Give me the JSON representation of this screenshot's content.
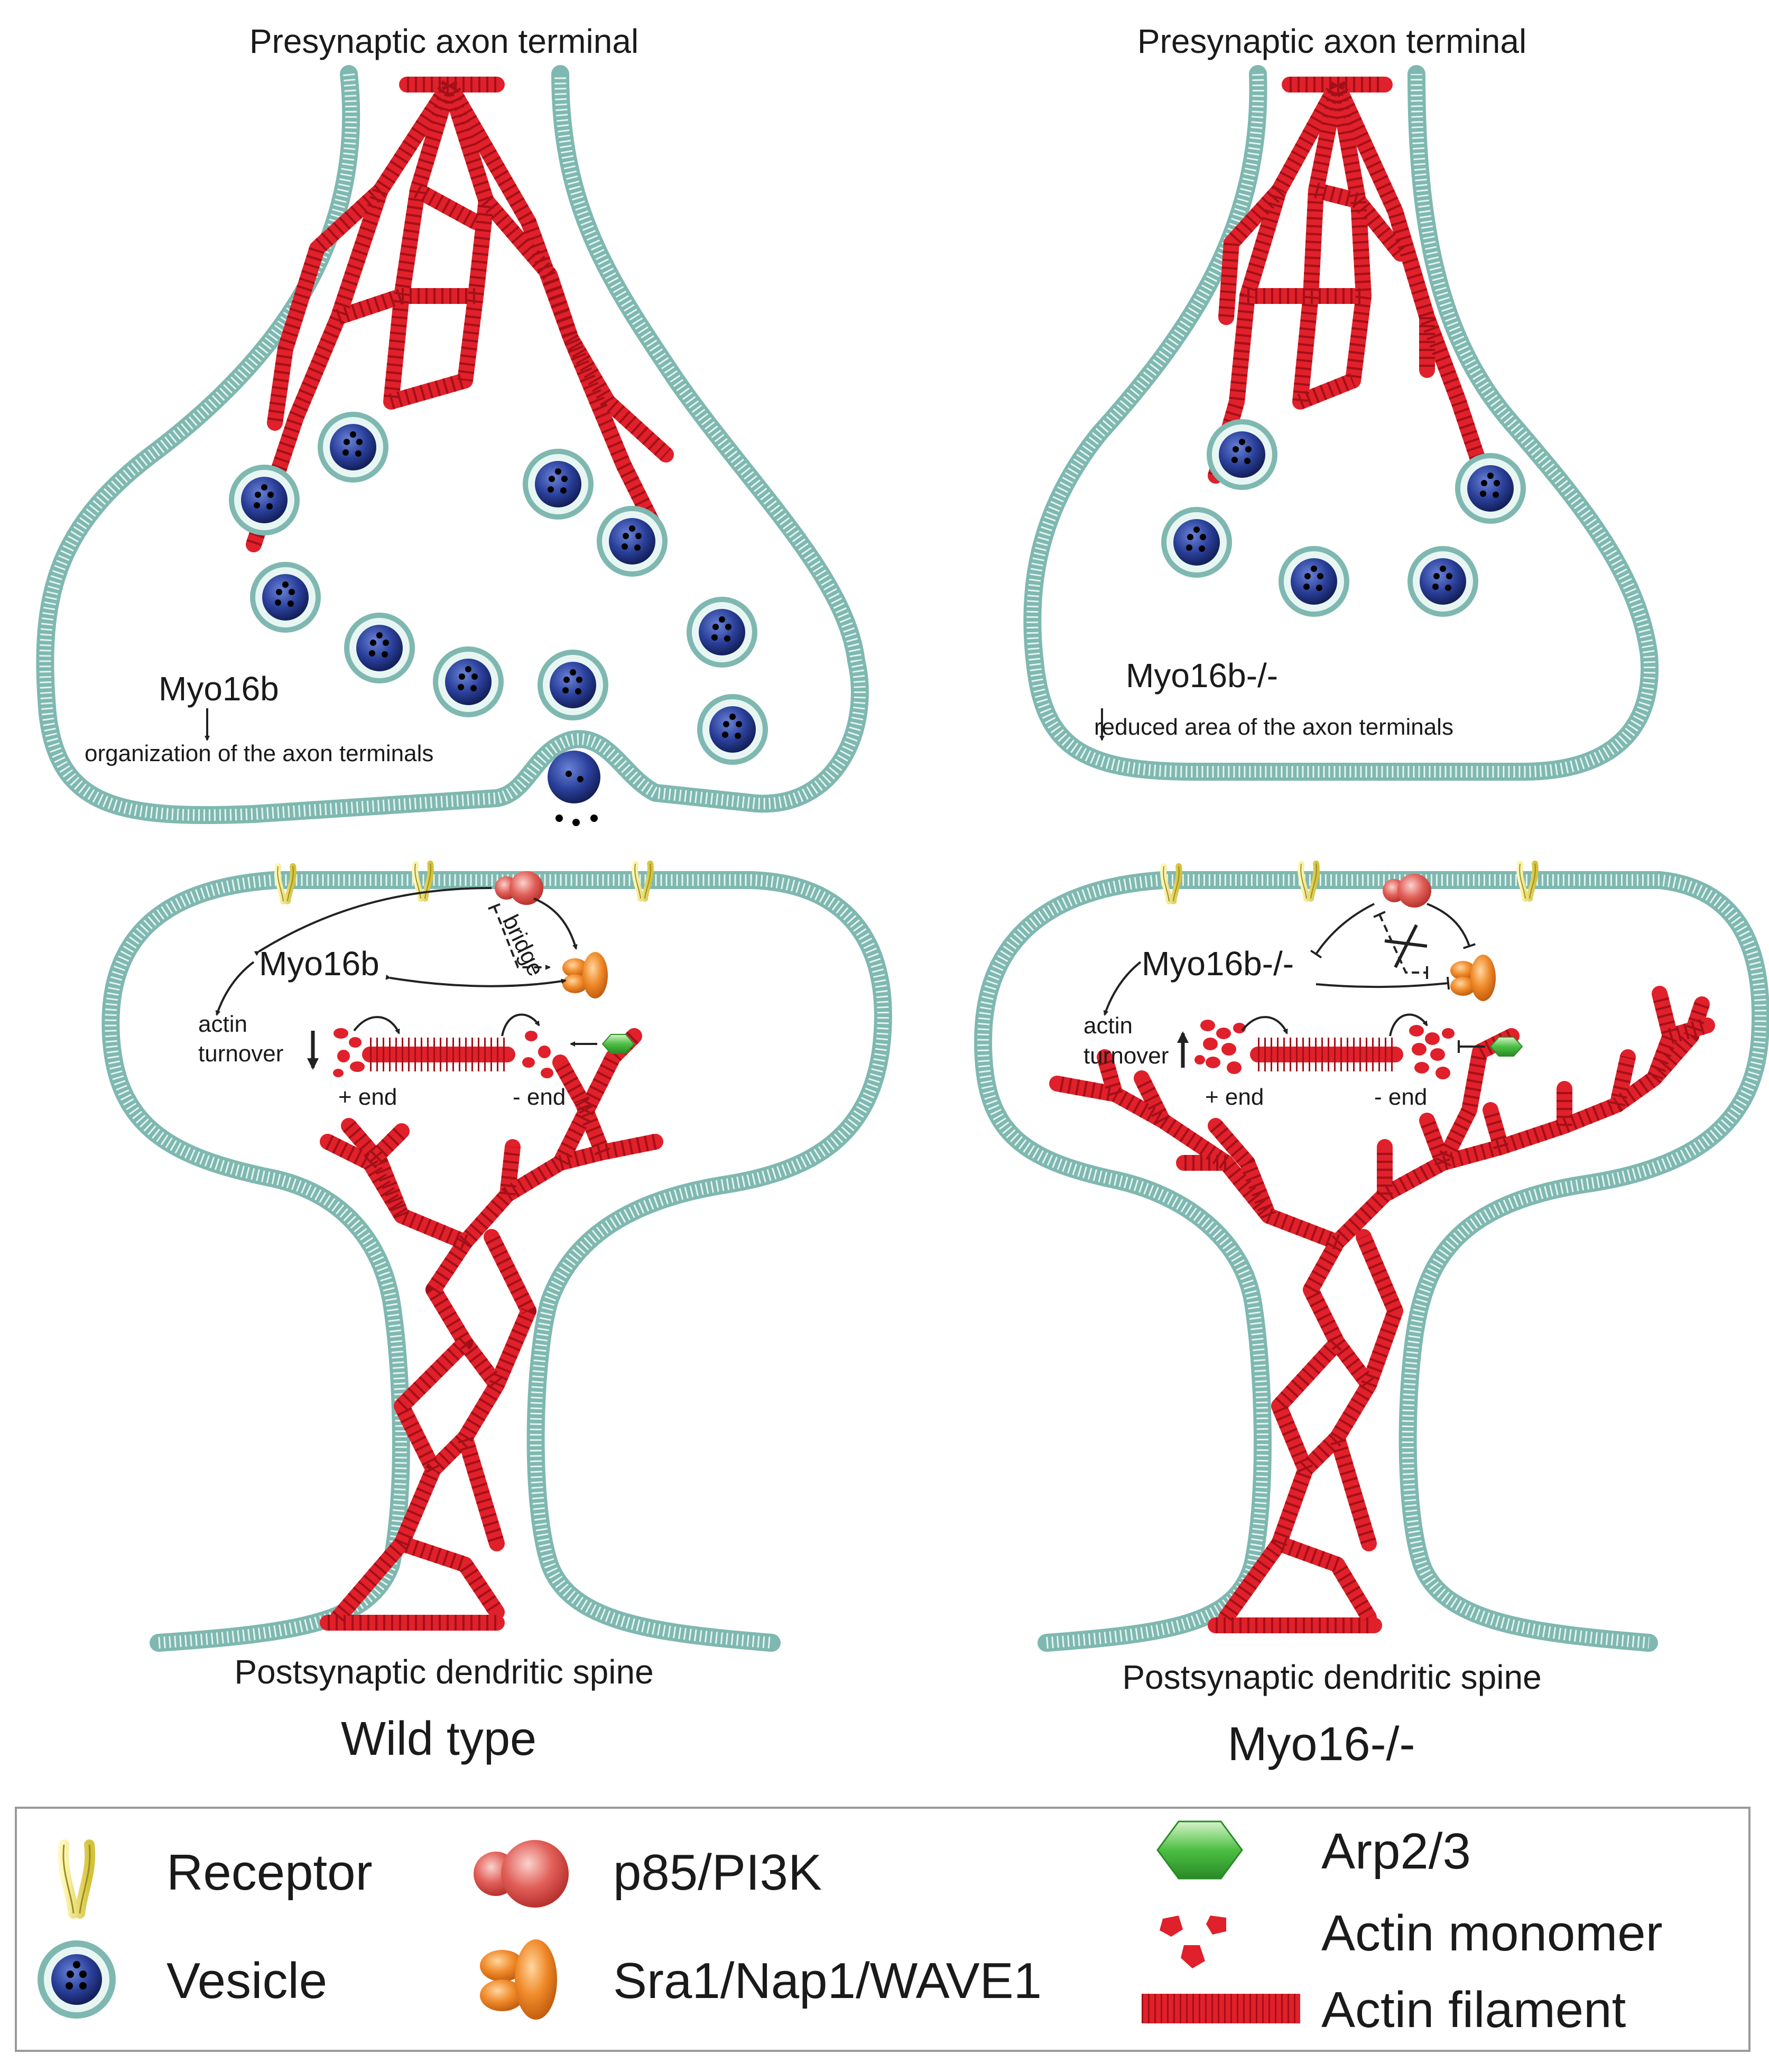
{
  "panels": {
    "left": {
      "presynaptic_label": "Presynaptic axon terminal",
      "myo_label": "Myo16b",
      "axon_effect": "organization of the axon terminals",
      "spine_myo_label": "Myo16b",
      "bridge_label": "bridge",
      "turnover_line1": "actin",
      "turnover_line2": "turnover",
      "plus_end": "+ end",
      "minus_end": "- end",
      "postsynaptic_label": "Postsynaptic dendritic spine",
      "condition": "Wild type"
    },
    "right": {
      "presynaptic_label": "Presynaptic axon terminal",
      "myo_label": "Myo16b-/-",
      "axon_effect": "reduced area of the axon terminals",
      "spine_myo_label": "Myo16b-/-",
      "turnover_line1": "actin",
      "turnover_line2": "turnover",
      "plus_end": "+ end",
      "minus_end": "- end",
      "postsynaptic_label": "Postsynaptic dendritic spine",
      "condition": "Myo16-/-"
    }
  },
  "legend": {
    "receptor": "Receptor",
    "vesicle": "Vesicle",
    "p85": "p85/PI3K",
    "sra1": "Sra1/Nap1/WAVE1",
    "arp": "Arp2/3",
    "monomer": "Actin monomer",
    "filament": "Actin filament"
  },
  "colors": {
    "membrane": "#7fb8b0",
    "actin": "#e0202a",
    "vesicle": "#2a3f9a",
    "p85": "#e2605a",
    "wave": "#f08a2a",
    "arp": "#3cae3a",
    "receptor": "#e8d64a"
  },
  "icons": [
    "receptor-icon",
    "vesicle-icon",
    "p85-pi3k-icon",
    "wave-complex-icon",
    "arp23-icon",
    "actin-monomer-icon",
    "actin-filament-icon"
  ]
}
